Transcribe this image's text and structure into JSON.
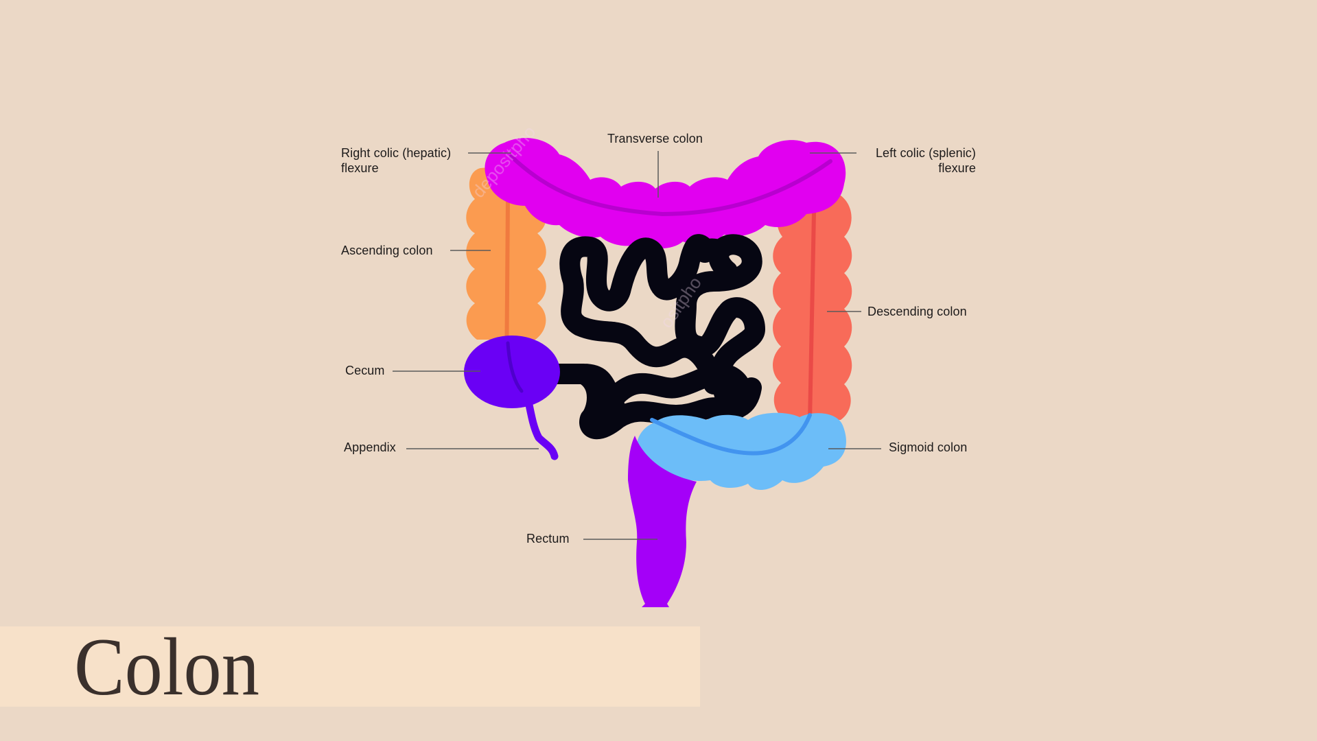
{
  "title": "Colon",
  "colors": {
    "background": "#ebd8c6",
    "title_band": "#f7e1c9",
    "title_text": "#3a302c",
    "transverse_colon": "#e100f0",
    "ascending_colon": "#fb9b50",
    "descending_colon": "#f86b59",
    "cecum": "#6a00f5",
    "appendix": "#6a00f5",
    "sigmoid_colon": "#6cbdf8",
    "rectum": "#a400f8",
    "small_intestine": "#060612",
    "leader_line": "#5a5a5a"
  },
  "labels": {
    "transverse_colon": "Transverse colon",
    "right_colic_flexure_line1": "Right colic (hepatic)",
    "right_colic_flexure_line2": "flexure",
    "left_colic_flexure_line1": "Left colic (splenic)",
    "left_colic_flexure_line2": "flexure",
    "ascending_colon": "Ascending colon",
    "descending_colon": "Descending colon",
    "cecum": "Cecum",
    "appendix": "Appendix",
    "sigmoid_colon": "Sigmoid colon",
    "rectum": "Rectum"
  }
}
